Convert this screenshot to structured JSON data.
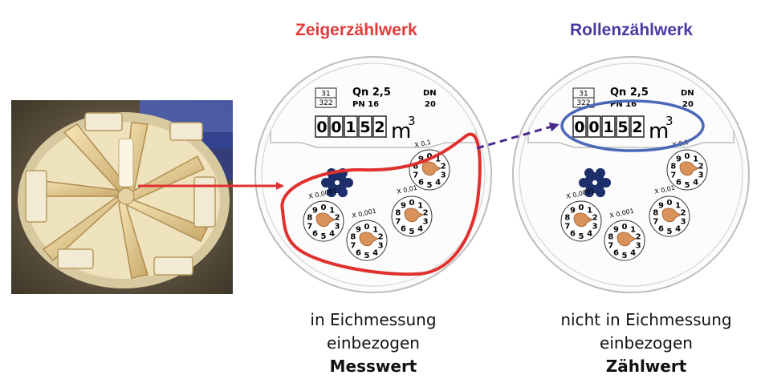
{
  "headings": {
    "pointer_register": "Zeigerzählwerk",
    "roller_register": "Rollenzählwerk"
  },
  "colors": {
    "pointer_register": "#e23b3b",
    "roller_register": "#4a3aa2",
    "ellipse_left": "#e0312f",
    "ellipse_right": "#4a67b8",
    "arrow_dashed": "#4b2a8c",
    "dial_pointer": "#d8925a"
  },
  "captions": {
    "left": {
      "line1": "in Eichmessung",
      "line2": "einbezogen",
      "value": "Messwert"
    },
    "right": {
      "line1": "nicht in Eichmessung",
      "line2": "einbezogen",
      "value": "Zählwert"
    }
  },
  "meter": {
    "box_top": "31",
    "box_bottom": "322",
    "qn": "Qn 2,5",
    "pn": "PN 16",
    "dn_label": "DN",
    "dn_value": "20",
    "digits": [
      "0",
      "0",
      "1",
      "5",
      "2"
    ],
    "unit": "m",
    "unit_exp": "3",
    "dials": [
      {
        "multiplier": "X 0,1"
      },
      {
        "multiplier": "X 0,01"
      },
      {
        "multiplier": "X 0,001"
      },
      {
        "multiplier": "X 0,0001"
      }
    ]
  },
  "icons": {
    "impeller": "star-wheel-icon",
    "arrow": "arrow-right-icon",
    "dashed_arrow": "dashed-arrow-icon"
  }
}
